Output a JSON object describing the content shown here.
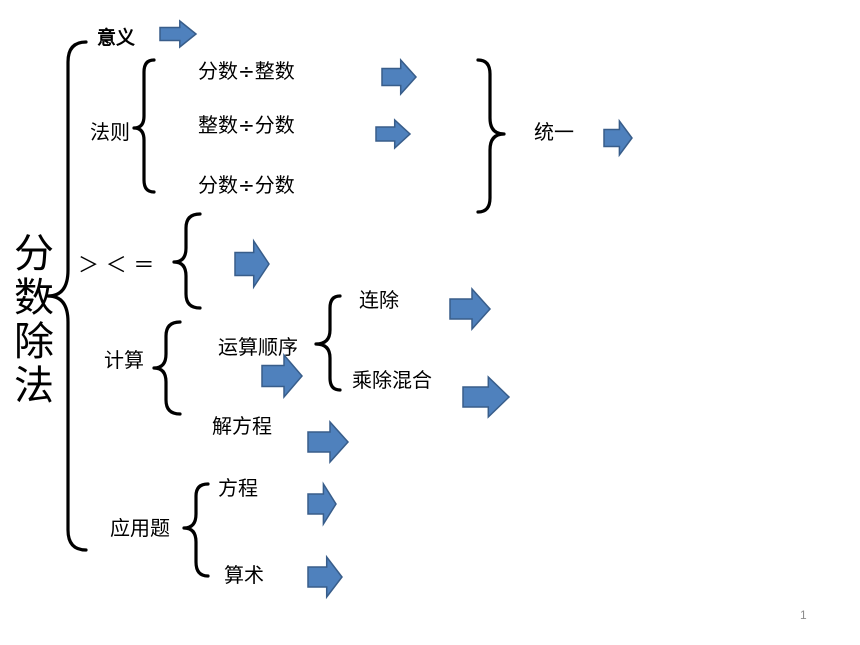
{
  "root": {
    "label": "分数除法"
  },
  "branches": {
    "meaning": {
      "label": "意义"
    },
    "rules": {
      "label": "法则",
      "items": [
        "分数÷整数",
        "整数÷分数",
        "分数÷分数"
      ],
      "unify_label": "统一"
    },
    "compare": {
      "label": "＞ ＜ ＝"
    },
    "calculation": {
      "label": "计算",
      "order": {
        "label": "运算顺序",
        "items": [
          "连除",
          "乘除混合"
        ]
      },
      "equation": {
        "label": "解方程"
      }
    },
    "application": {
      "label": "应用题",
      "items": [
        "方程",
        "算术"
      ]
    }
  },
  "page_number": "1",
  "colors": {
    "arrow_fill": "#4f81bd",
    "arrow_stroke": "#385d8a",
    "text": "#000000"
  }
}
